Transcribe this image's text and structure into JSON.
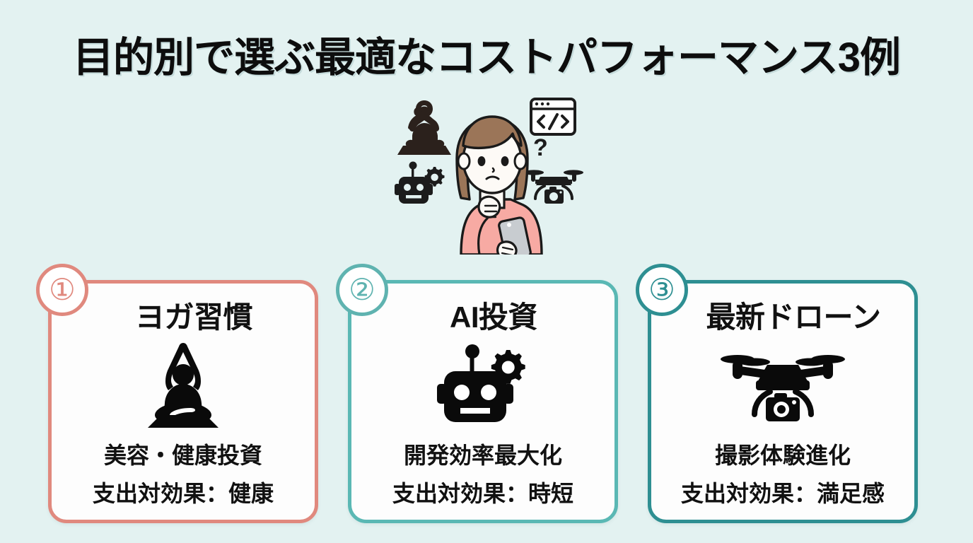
{
  "page": {
    "title": "目的別で選ぶ最適なコストパフォーマンス3例",
    "background_color": "#e3f2f1"
  },
  "hero": {
    "name": "thinking-woman-illustration",
    "alt": "スマートフォンを持って考える女性",
    "icons": [
      {
        "name": "yoga-icon",
        "position": "top-left"
      },
      {
        "name": "code-window-icon",
        "label": "</>",
        "position": "top-right"
      },
      {
        "name": "question-mark-icon",
        "label": "?",
        "position": "right"
      },
      {
        "name": "robot-gear-icon",
        "position": "bottom-left"
      },
      {
        "name": "drone-camera-icon",
        "position": "bottom-right"
      }
    ],
    "colors": {
      "hair": "#9b7558",
      "shirt": "#f7aaa3",
      "skin": "#fdfdfb",
      "outline": "#1a1a1a",
      "phone": "#c8ccd0"
    }
  },
  "cards": [
    {
      "number": "①",
      "title": "ヨガ習慣",
      "icon": "yoga-lotus-icon",
      "line1": "美容・健康投資",
      "line2": "支出対効果：健康",
      "accent_color": "#e0897e"
    },
    {
      "number": "②",
      "title": "AI投資",
      "icon": "robot-gear-icon",
      "line1": "開発効率最大化",
      "line2": "支出対効果：時短",
      "accent_color": "#5ab8b4"
    },
    {
      "number": "③",
      "title": "最新ドローン",
      "icon": "drone-camera-icon",
      "line1": "撮影体験進化",
      "line2": "支出対効果：満足感",
      "accent_color": "#2e8f92"
    }
  ]
}
